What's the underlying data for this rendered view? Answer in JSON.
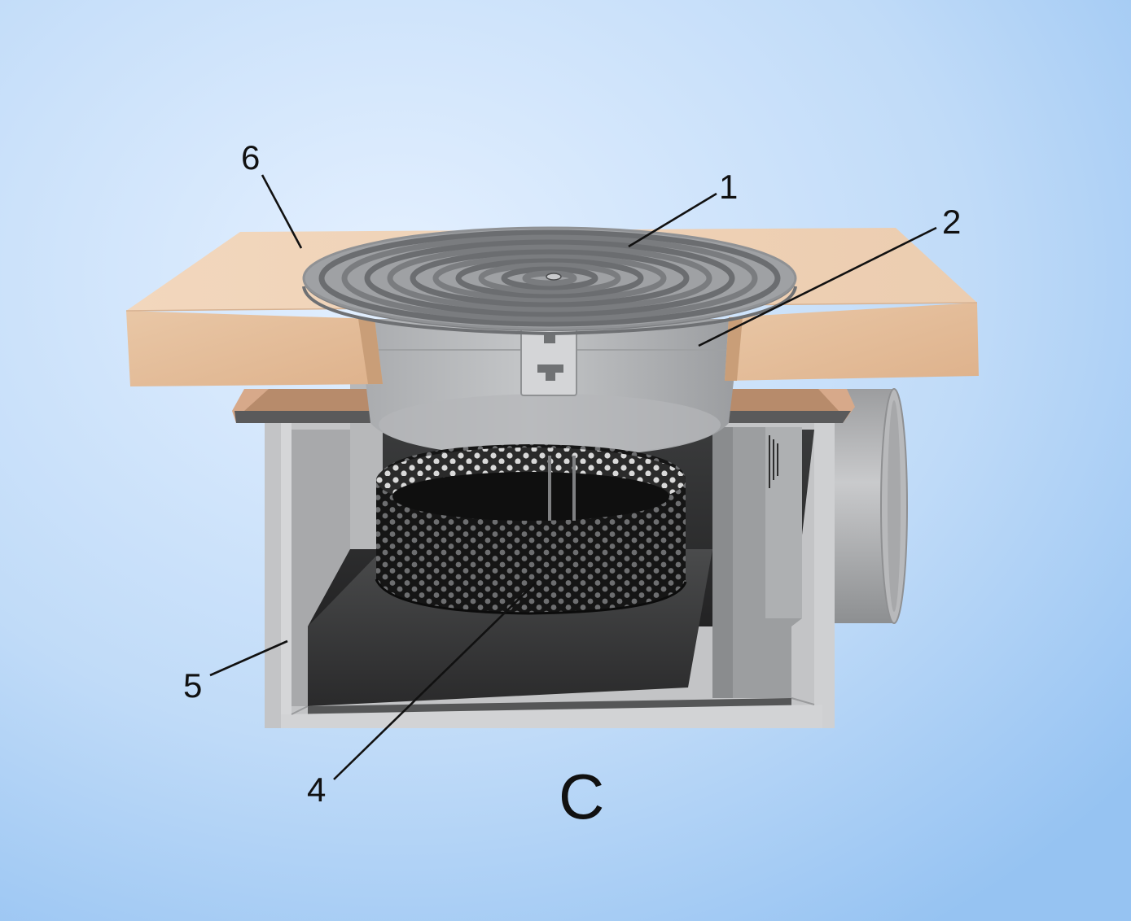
{
  "figure": {
    "letter": "C"
  },
  "callouts": [
    {
      "id": "1",
      "label": "1"
    },
    {
      "id": "2",
      "label": "2"
    },
    {
      "id": "4",
      "label": "4"
    },
    {
      "id": "5",
      "label": "5"
    },
    {
      "id": "6",
      "label": "6"
    }
  ],
  "colors": {
    "background_center": "#e2efff",
    "background_edge": "#9cc7f4",
    "wood_face": "#e6c09c",
    "wood_top": "#f0d3b6",
    "steel": "#bfc0c2",
    "steel_dark": "#8e9093",
    "grille": "#8a8c8f",
    "interior": "#2b2b2c",
    "basket": "#1a1a1a"
  }
}
